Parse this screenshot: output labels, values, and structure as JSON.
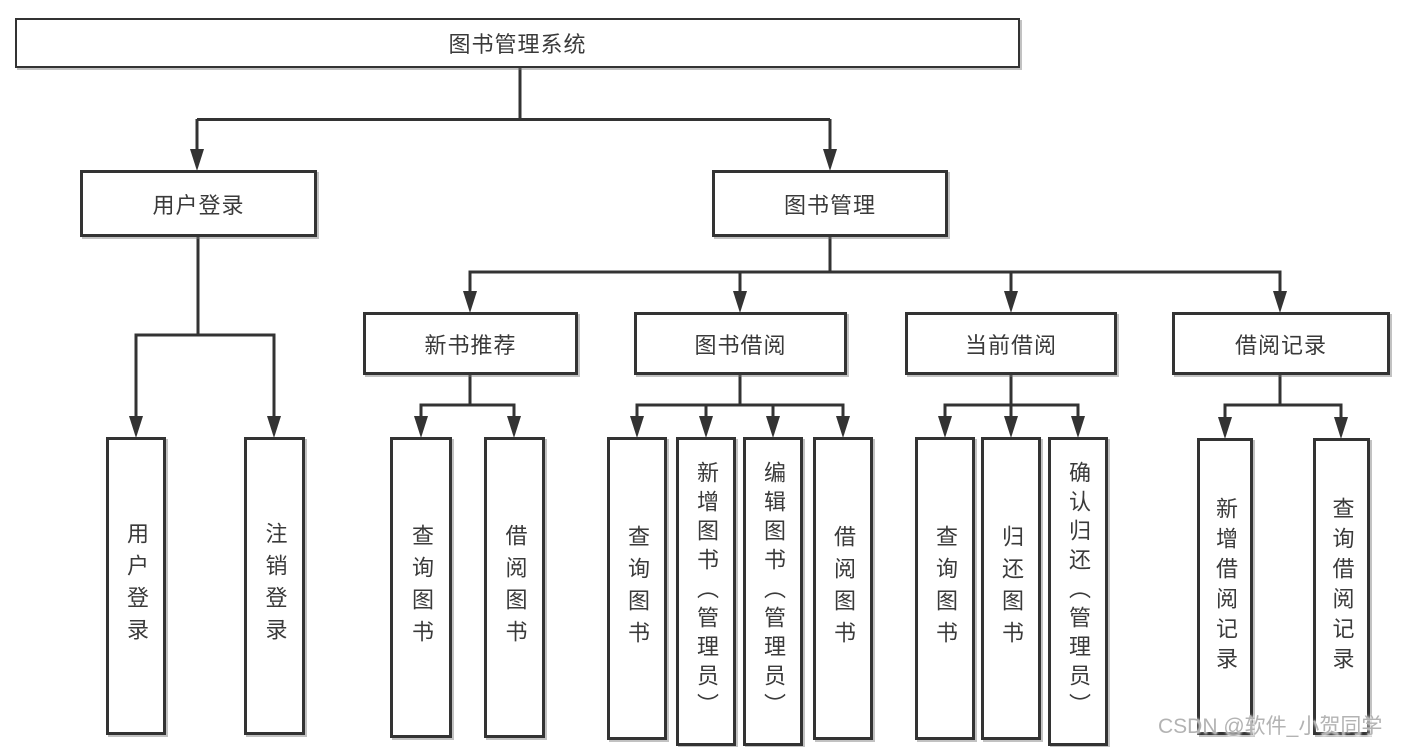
{
  "diagram": {
    "title_node": {
      "label": "图书管理系统"
    },
    "level2": [
      {
        "id": "user-login",
        "label": "用户登录"
      },
      {
        "id": "book-management",
        "label": "图书管理"
      }
    ],
    "level3": [
      {
        "id": "new-book-recommend",
        "label": "新书推荐"
      },
      {
        "id": "book-borrowing",
        "label": "图书借阅"
      },
      {
        "id": "current-borrowing",
        "label": "当前借阅"
      },
      {
        "id": "borrow-records",
        "label": "借阅记录"
      }
    ],
    "leaves": [
      {
        "id": "user-login-leaf",
        "label": "用户登录",
        "parent": "用户登录"
      },
      {
        "id": "logout-leaf",
        "label": "注销登录",
        "parent": "用户登录"
      },
      {
        "id": "query-books-1",
        "label": "查询图书",
        "parent": "新书推荐"
      },
      {
        "id": "borrow-books-1",
        "label": "借阅图书",
        "parent": "新书推荐"
      },
      {
        "id": "query-books-2",
        "label": "查询图书",
        "parent": "图书借阅"
      },
      {
        "id": "add-book-admin",
        "label": "新增图书（管理员）",
        "parent": "图书借阅"
      },
      {
        "id": "edit-book-admin",
        "label": "编辑图书（管理员）",
        "parent": "图书借阅"
      },
      {
        "id": "borrow-books-2",
        "label": "借阅图书",
        "parent": "图书借阅"
      },
      {
        "id": "query-books-3",
        "label": "查询图书",
        "parent": "当前借阅"
      },
      {
        "id": "return-books",
        "label": "归还图书",
        "parent": "当前借阅"
      },
      {
        "id": "confirm-return-admin",
        "label": "确认归还（管理员）",
        "parent": "当前借阅"
      },
      {
        "id": "add-borrow-record",
        "label": "新增借阅记录",
        "parent": "借阅记录"
      },
      {
        "id": "query-borrow-record",
        "label": "查询借阅记录",
        "parent": "借阅记录"
      }
    ],
    "watermark": "CSDN @软件_小贺同学",
    "colors": {
      "line": "#333333",
      "border": "#333333",
      "text": "#3a3a3a",
      "watermark": "#b3b3b3",
      "background": "#ffffff"
    }
  }
}
